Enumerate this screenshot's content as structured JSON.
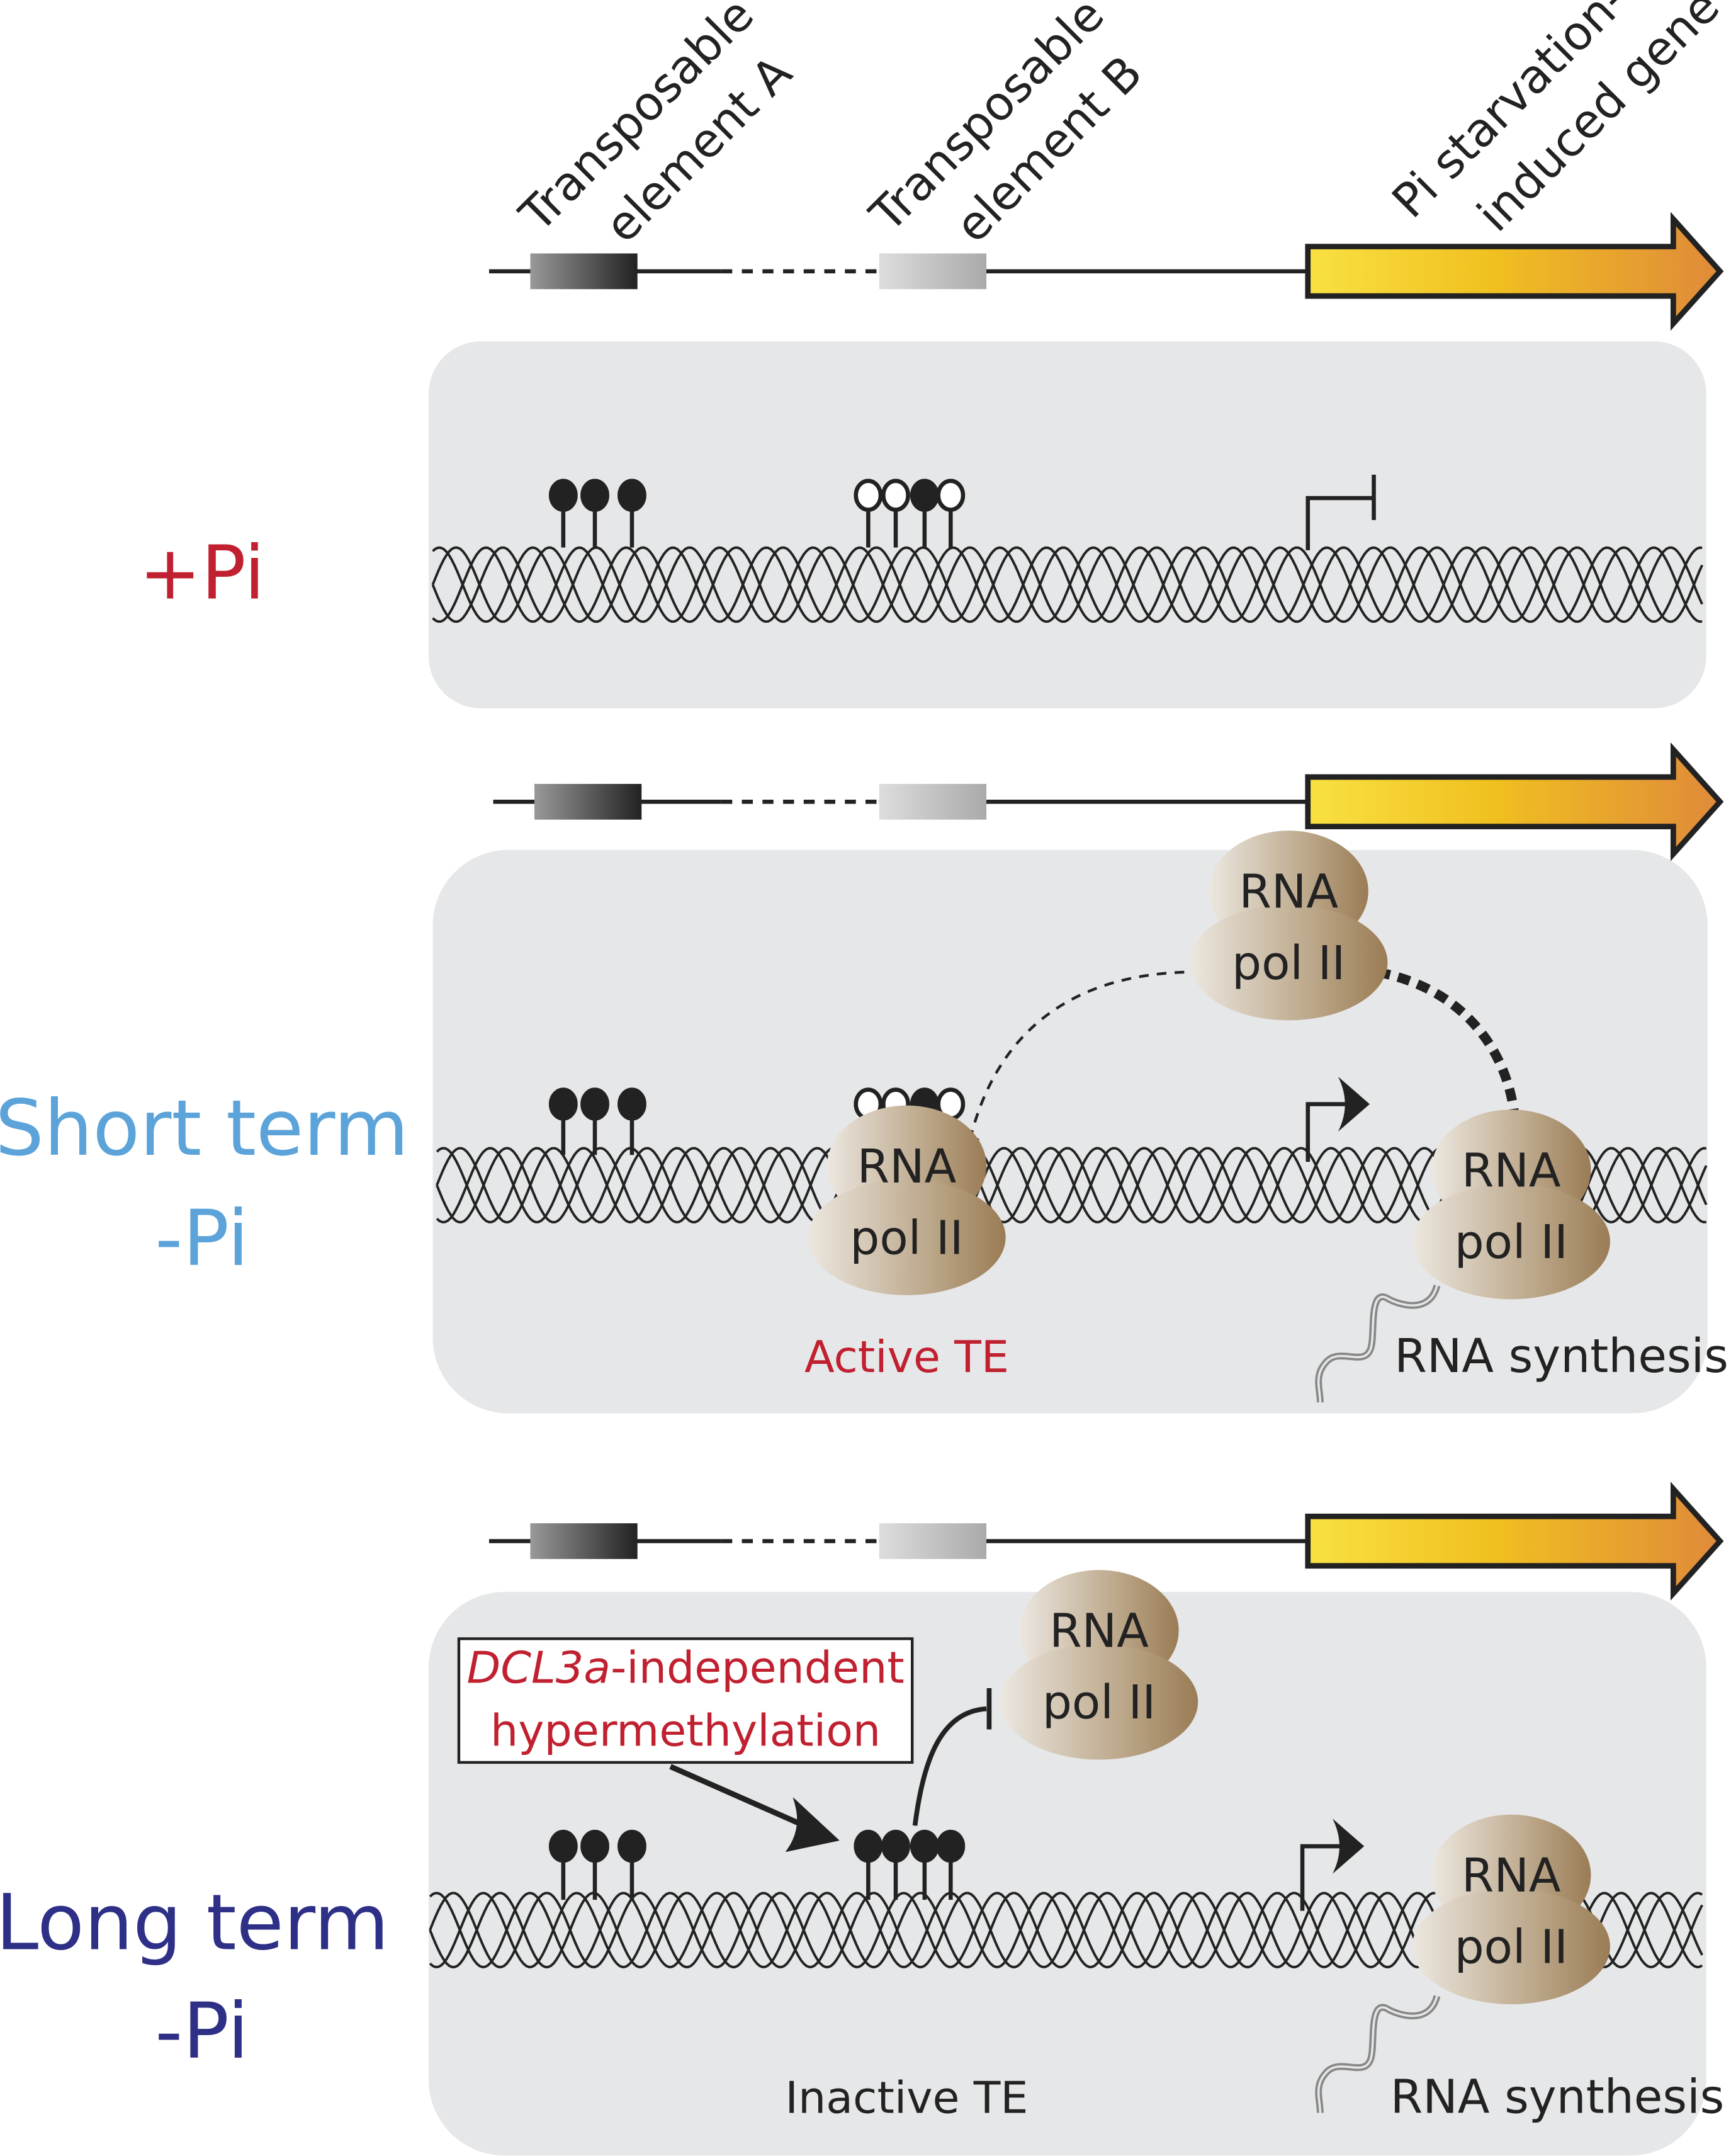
{
  "gene_map": {
    "te_a_label_line1": "Transposable",
    "te_a_label_line2": "element A",
    "te_b_label_line1": "Transposable",
    "te_b_label_line2": "element B",
    "gene_label_line1": "Pi starvation-",
    "gene_label_line2": "induced gene"
  },
  "conditions": {
    "plus_pi": "+Pi",
    "short_term_line1": "Short term",
    "short_term_line2": "-Pi",
    "long_term_line1": "Long term",
    "long_term_line2": "-Pi"
  },
  "labels": {
    "rna": "RNA",
    "pol": "pol II",
    "active_te": "Active TE",
    "inactive_te": "Inactive TE",
    "rna_synthesis": "RNA synthesis",
    "dcl_italic": "DCL3a",
    "dcl_rest": "-independent",
    "hyper": "hypermethylation"
  },
  "methylation": {
    "panel1_te_b": [
      false,
      false,
      true,
      false
    ],
    "panel2_te_b": [
      false,
      false,
      true,
      false
    ],
    "panel3_te_b": [
      true,
      true,
      true,
      true
    ]
  },
  "colors": {
    "plus_pi": "#c0202f",
    "short_term": "#5ba3d9",
    "long_term": "#2e2f86",
    "panel_bg": "#e6e7e8",
    "red_text": "#c0202f"
  }
}
